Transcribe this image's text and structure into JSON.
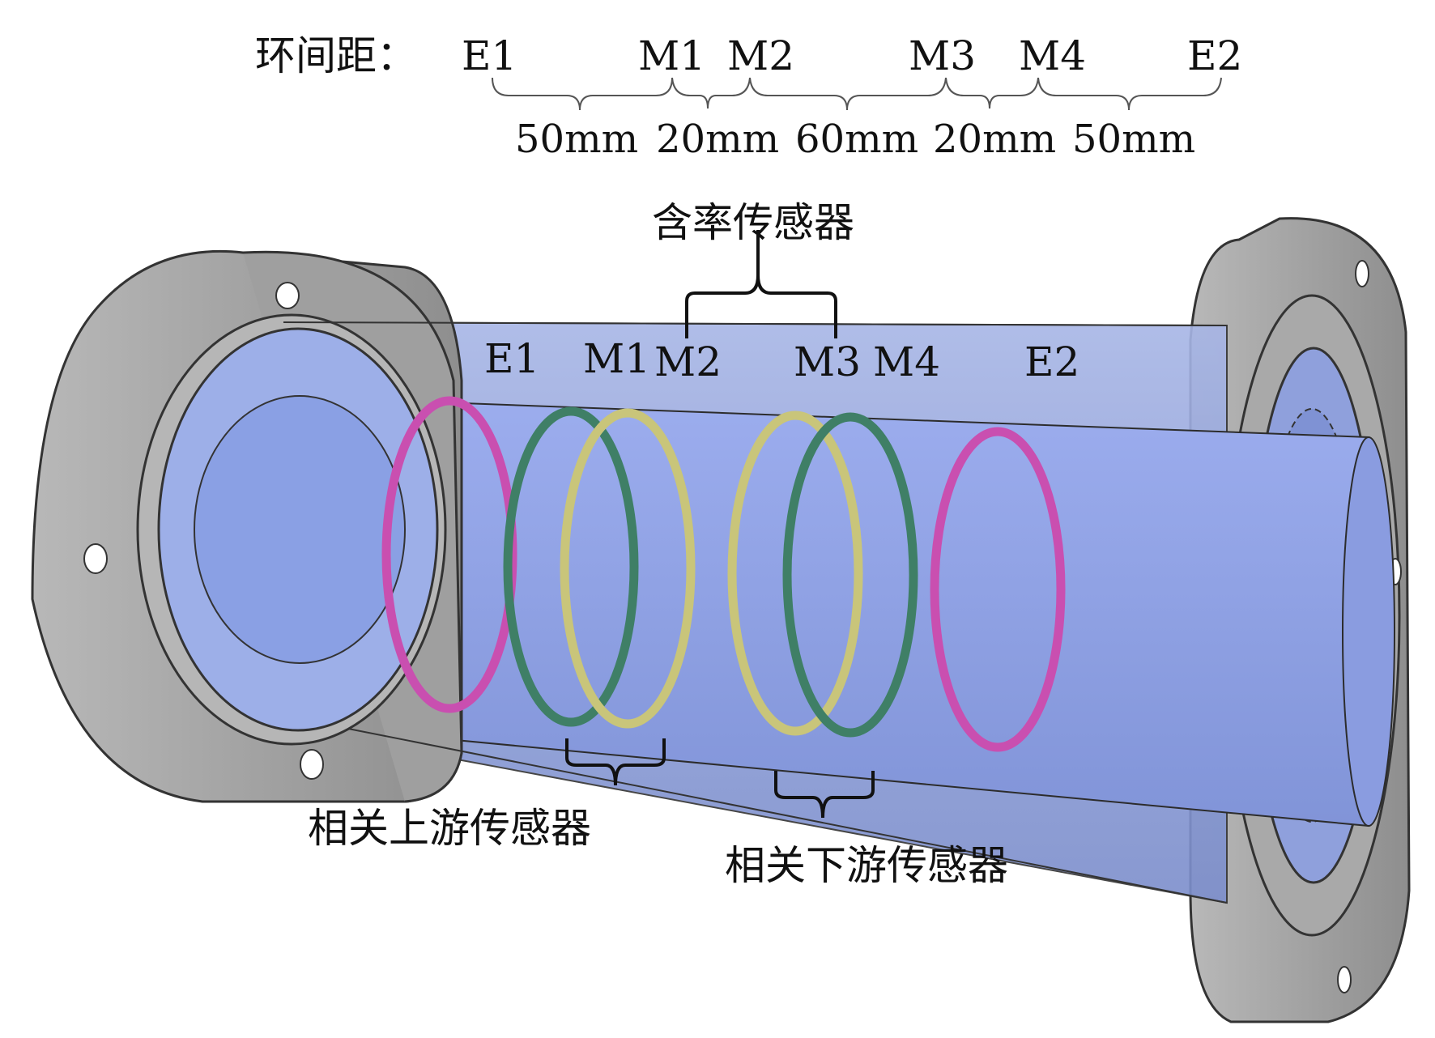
{
  "spacing": {
    "label": "环间距：",
    "rings": [
      "E1",
      "M1",
      "M2",
      "M3",
      "M4",
      "E2"
    ],
    "gaps": [
      "50mm",
      "20mm",
      "60mm",
      "20mm",
      "50mm"
    ]
  },
  "pipe": {
    "ring_labels": {
      "e1": "E1",
      "m1": "M1",
      "m2": "M2",
      "m3": "M3",
      "m4": "M4",
      "e2": "E2"
    },
    "groups": {
      "holdup": "含率传感器",
      "upstream": "相关上游传感器",
      "downstream": "相关下游传感器"
    }
  },
  "colors": {
    "excitation_ring": "#c94fb0",
    "measure_ring_green": "#3f7f66",
    "measure_ring_yellow": "#c9c57a",
    "pipe_outer": "#8d9fd6",
    "pipe_inner": "#9fb0e6",
    "flange": "#9a9a9a"
  }
}
